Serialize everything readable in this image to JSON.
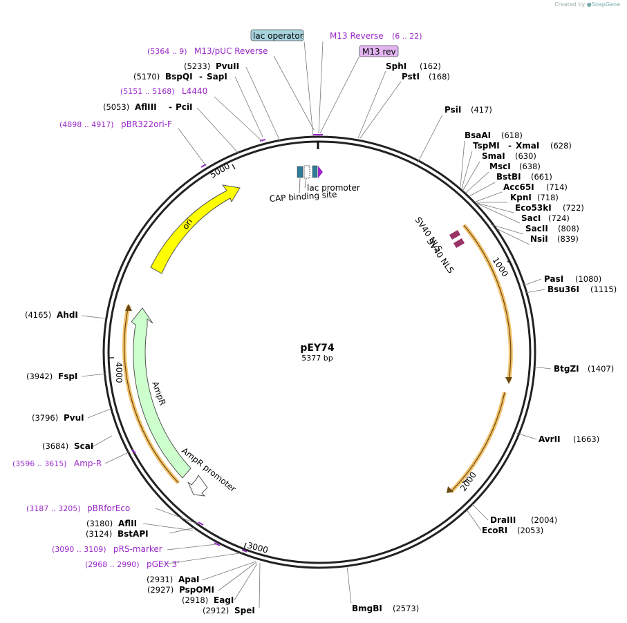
{
  "credit": {
    "prefix": "Created by",
    "brand": "SnapGene"
  },
  "plasmid": {
    "name": "pEY74",
    "length_label": "5377 bp",
    "length": 5377
  },
  "ticks": [
    "1000",
    "2000",
    "3000",
    "4000",
    "5000"
  ],
  "features": [
    {
      "label": "ori",
      "type": "origin",
      "color": "#ffff00"
    },
    {
      "label": "AmpR",
      "type": "cds",
      "color": "#ccffcc"
    },
    {
      "label": "AmpR promoter",
      "type": "promoter",
      "color": "#ffffff"
    },
    {
      "label": "lac promoter",
      "type": "promoter"
    },
    {
      "label": "CAP binding site",
      "type": "protein_bind"
    },
    {
      "label": "SV40 NLS",
      "type": "nls",
      "color": "#993366"
    },
    {
      "label": "SV40 NLS",
      "type": "nls",
      "color": "#993366"
    }
  ],
  "boxed_labels": [
    {
      "text": "lac operator",
      "bg": "#a7d3de"
    },
    {
      "text": "M13 rev",
      "bg": "#e2b5f2"
    }
  ],
  "primers": [
    {
      "name": "M13 Reverse",
      "coord": "(6 .. 22)"
    },
    {
      "name": "M13/pUC Reverse",
      "coord": "(5364 .. 9)"
    },
    {
      "name": "L4440",
      "coord": "(5151 .. 5168)"
    },
    {
      "name": "pBR322ori-F",
      "coord": "(4898 .. 4917)"
    },
    {
      "name": "Amp-R",
      "coord": "(3596 .. 3615)"
    },
    {
      "name": "pBRforEco",
      "coord": "(3187 .. 3205)"
    },
    {
      "name": "pRS-marker",
      "coord": "(3090 .. 3109)"
    },
    {
      "name": "pGEX 3'",
      "coord": "(2968 .. 2990)"
    }
  ],
  "enzymes": [
    {
      "name": "SphI",
      "coord": "(162)"
    },
    {
      "name": "PstI",
      "coord": "(168)"
    },
    {
      "name": "PsiI",
      "coord": "(417)"
    },
    {
      "name": "BsaAI",
      "coord": "(618)"
    },
    {
      "name": "TspMI",
      "name2": "XmaI",
      "coord": "(628)"
    },
    {
      "name": "SmaI",
      "coord": "(630)"
    },
    {
      "name": "MscI",
      "coord": "(638)"
    },
    {
      "name": "BstBI",
      "coord": "(661)"
    },
    {
      "name": "Acc65I",
      "coord": "(714)"
    },
    {
      "name": "KpnI",
      "coord": "(718)"
    },
    {
      "name": "Eco53kI",
      "coord": "(722)"
    },
    {
      "name": "SacI",
      "coord": "(724)"
    },
    {
      "name": "SacII",
      "coord": "(808)"
    },
    {
      "name": "NsiI",
      "coord": "(839)"
    },
    {
      "name": "PasI",
      "coord": "(1080)"
    },
    {
      "name": "Bsu36I",
      "coord": "(1115)"
    },
    {
      "name": "BtgZI",
      "coord": "(1407)"
    },
    {
      "name": "AvrII",
      "coord": "(1663)"
    },
    {
      "name": "DraIII",
      "coord": "(2004)"
    },
    {
      "name": "EcoRI",
      "coord": "(2053)"
    },
    {
      "name": "BmgBI",
      "coord": "(2573)"
    },
    {
      "name": "SpeI",
      "coord": "(2912)"
    },
    {
      "name": "EagI",
      "coord": "(2918)"
    },
    {
      "name": "PspOMI",
      "coord": "(2927)"
    },
    {
      "name": "ApaI",
      "coord": "(2931)"
    },
    {
      "name": "BstAPI",
      "coord": "(3124)"
    },
    {
      "name": "AflII",
      "coord": "(3180)"
    },
    {
      "name": "ScaI",
      "coord": "(3684)"
    },
    {
      "name": "PvuI",
      "coord": "(3796)"
    },
    {
      "name": "FspI",
      "coord": "(3942)"
    },
    {
      "name": "AhdI",
      "coord": "(4165)"
    },
    {
      "name": "AflIII",
      "name2": "PciI",
      "coord": "(5053)"
    },
    {
      "name": "BspQI",
      "name2": "SapI",
      "coord": "(5170)"
    },
    {
      "name": "PvuII",
      "coord": "(5233)"
    }
  ]
}
